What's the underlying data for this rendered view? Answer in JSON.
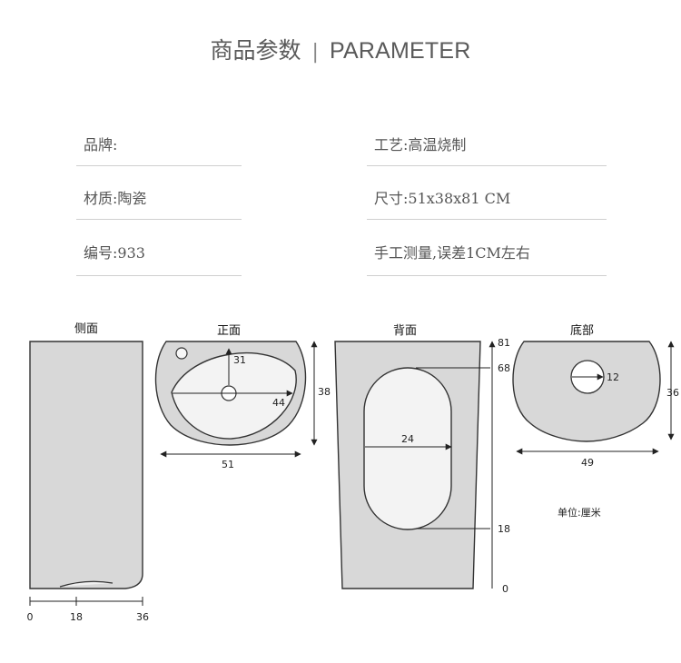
{
  "header": {
    "title_cn": "商品参数",
    "separator": "|",
    "title_en": "PARAMETER"
  },
  "params": {
    "brand": "品牌:",
    "material": "材质:陶瓷",
    "model": "编号:933",
    "craft": "工艺:高温烧制",
    "size": "尺寸:51x38x81 CM",
    "note": "手工测量,误差1CM左右"
  },
  "diagram": {
    "side_title": "侧面",
    "front_title": "正面",
    "back_title": "背面",
    "bottom_title": "底部",
    "unit": "单位:厘米",
    "side": {
      "ticks": [
        "0",
        "18",
        "36"
      ]
    },
    "front": {
      "width": "51",
      "depth": "38",
      "bowl_depth": "31",
      "bowl_width": "44"
    },
    "back": {
      "height_top": "81",
      "opening_top": "68",
      "opening_width": "24",
      "opening_bottom": "18",
      "base": "0"
    },
    "bottom": {
      "width": "49",
      "depth": "36",
      "hole": "12"
    }
  }
}
